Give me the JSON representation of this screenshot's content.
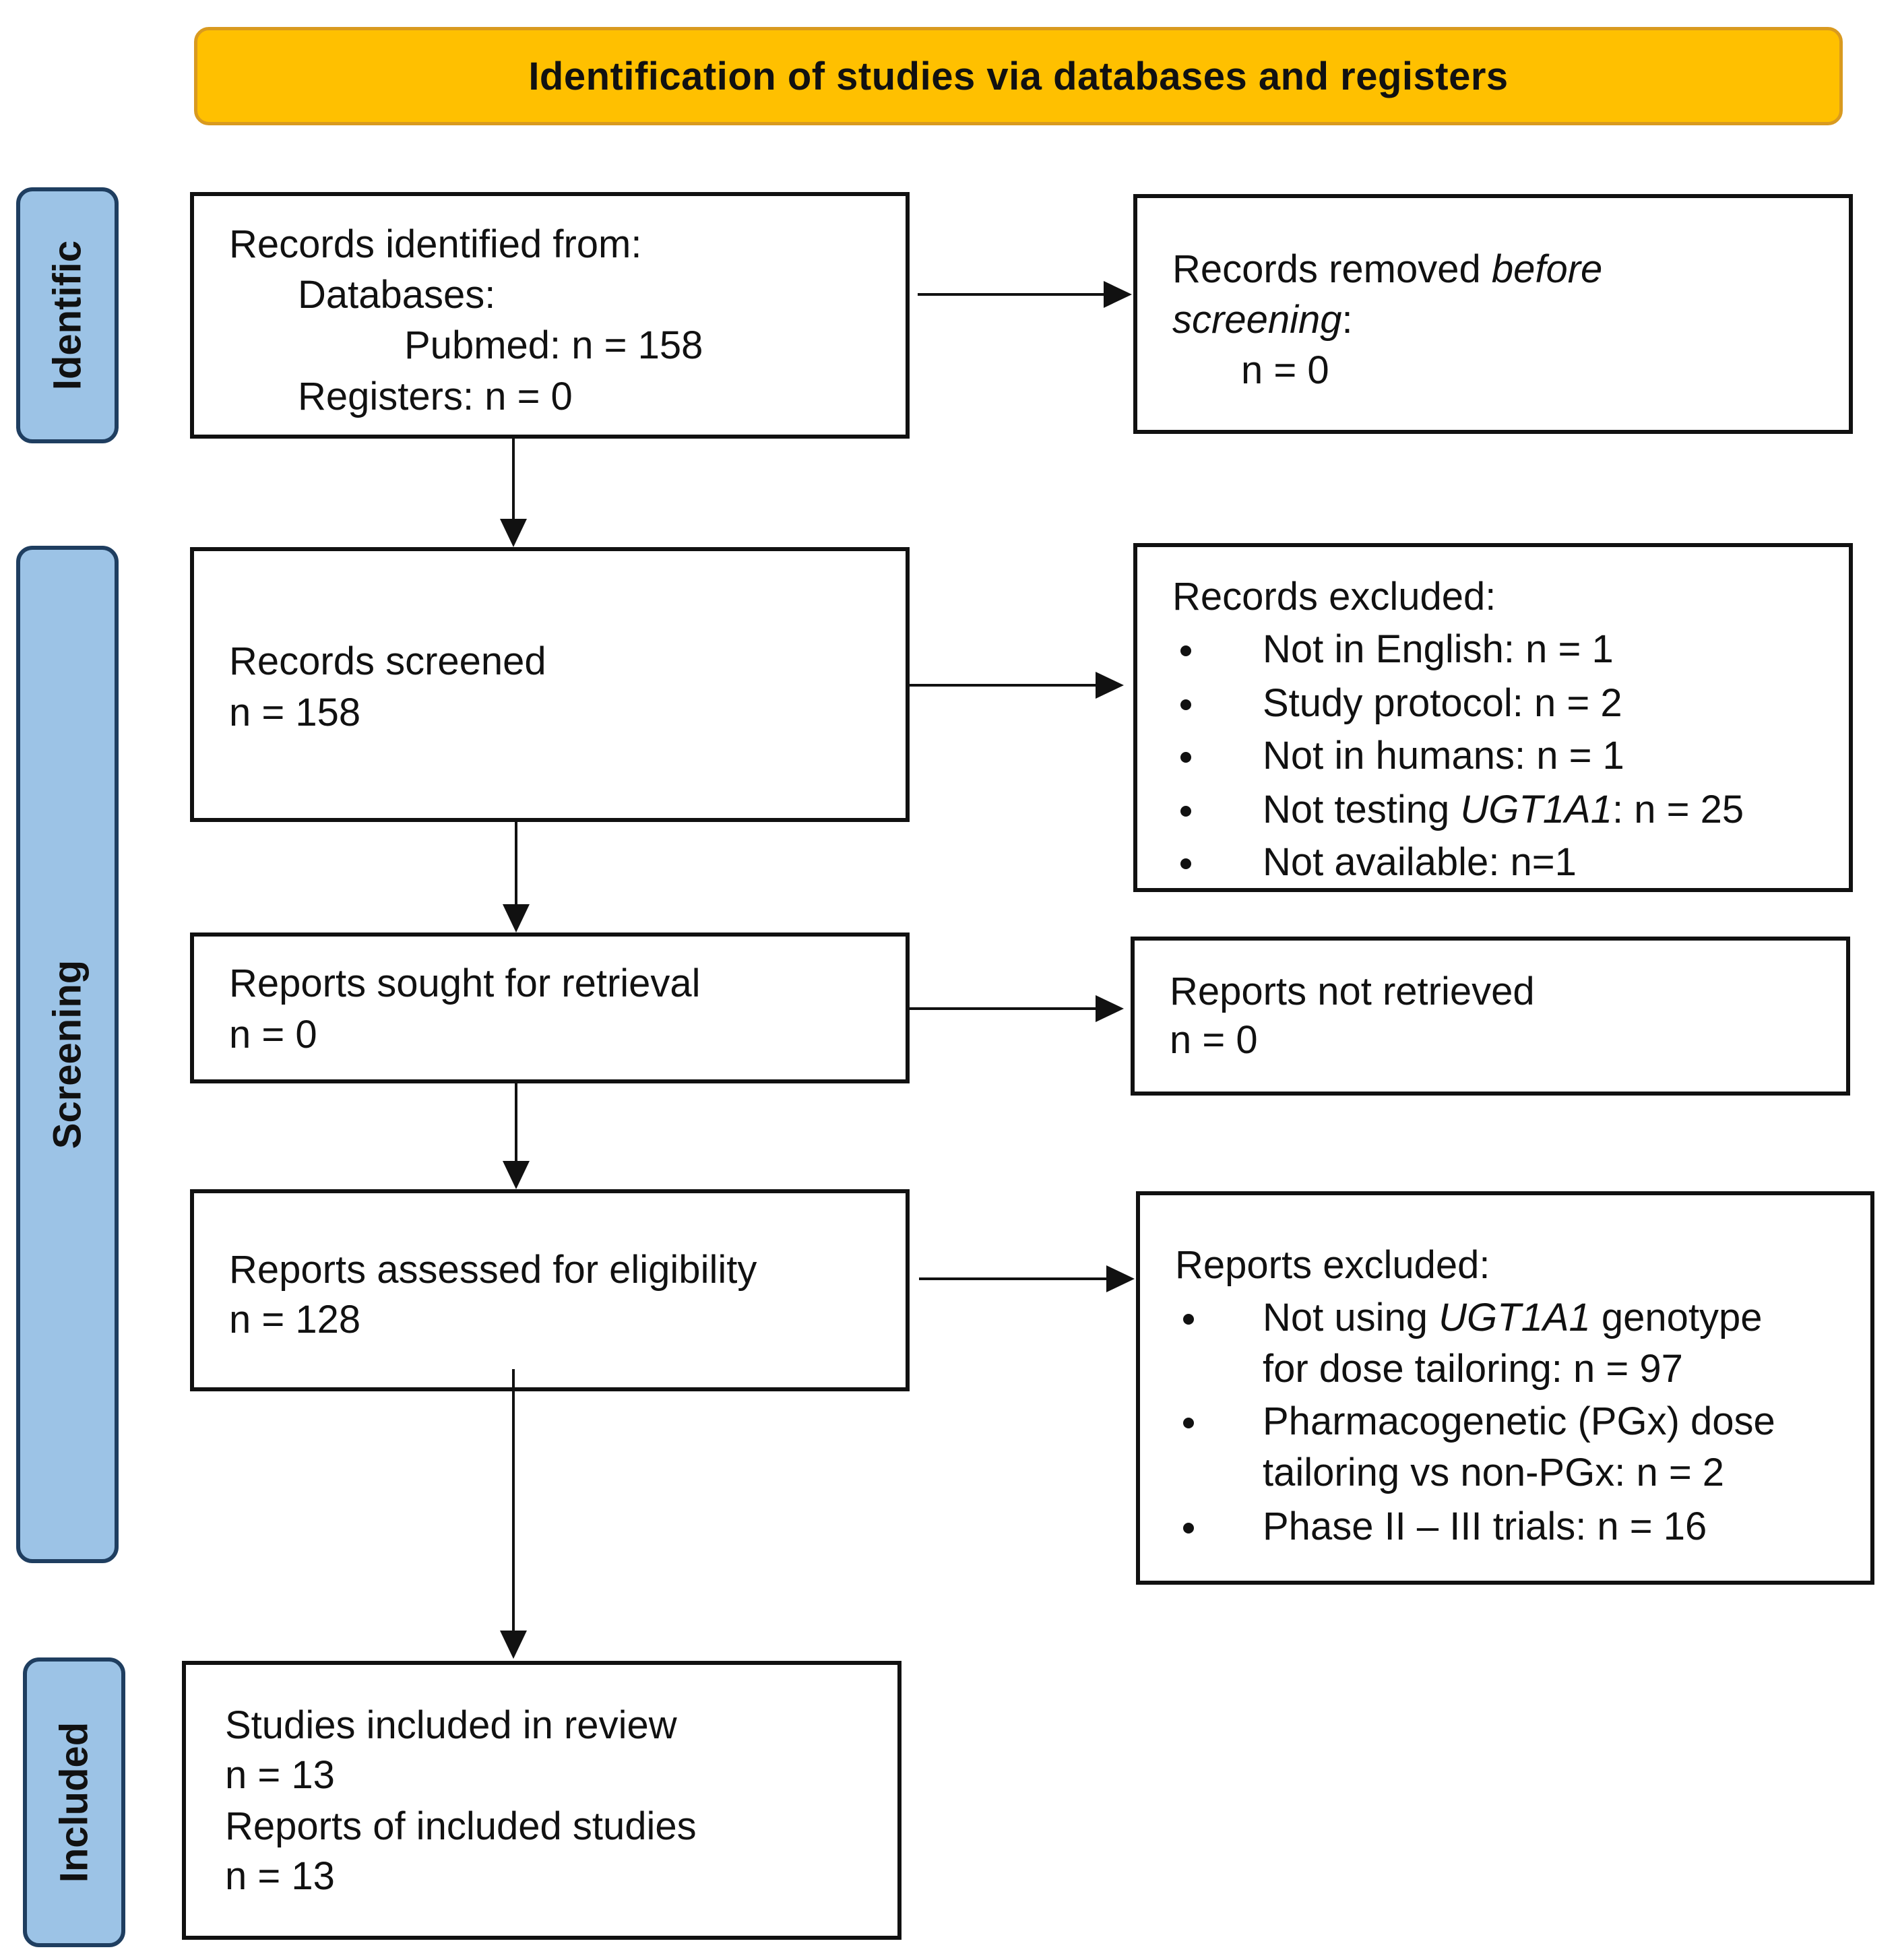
{
  "header": {
    "title": "Identification of studies via databases and registers",
    "color": "#FFC000"
  },
  "phases": {
    "identification": "Identific",
    "screening": "Screening",
    "included": "Included",
    "color": "#9CC3E6"
  },
  "identified": {
    "line1": "Records identified from:",
    "line2": "Databases:",
    "line3": "Pubmed: n = 158",
    "line4": "Registers: n = 0"
  },
  "removed": {
    "prefix": "Records removed ",
    "italic1": "before",
    "italic2": "screening",
    "suffix": ":",
    "count": "n = 0"
  },
  "screened": {
    "label": "Records screened",
    "count": "n = 158"
  },
  "excluded_records": {
    "title": "Records excluded:",
    "items": [
      "Not in English: n = 1",
      "Study protocol: n = 2",
      "Not in humans: n = 1",
      "Not testing ",
      "Not available: n=1"
    ],
    "item4_italic": "UGT1A1",
    "item4_suffix": ": n = 25"
  },
  "sought": {
    "label": "Reports sought for retrieval",
    "count": "n = 0"
  },
  "not_retrieved": {
    "label": "Reports not retrieved",
    "count": "n = 0"
  },
  "assessed": {
    "label": "Reports assessed for eligibility",
    "count": "n = 128"
  },
  "excluded_reports": {
    "title": "Reports excluded:",
    "item1_prefix": "Not using ",
    "item1_italic": "UGT1A1",
    "item1_suffix": " genotype",
    "item1_line2": "for dose tailoring: n = 97",
    "item2_line1": "Pharmacogenetic (PGx) dose",
    "item2_line2": "tailoring vs non-PGx: n = 2",
    "item3": "Phase II – III trials: n = 16"
  },
  "included": {
    "line1": "Studies included in review",
    "line2": "n = 13",
    "line3": "Reports of included studies",
    "line4": "n = 13"
  }
}
